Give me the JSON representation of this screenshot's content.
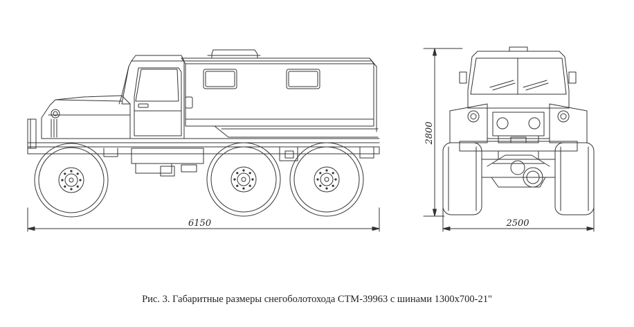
{
  "dimensions": {
    "length": "6150",
    "height": "2800",
    "width": "2500"
  },
  "caption": "Рис. 3. Габаритные размеры снегоболотохода СТМ-39963  с шинами 1300х700-21\""
}
